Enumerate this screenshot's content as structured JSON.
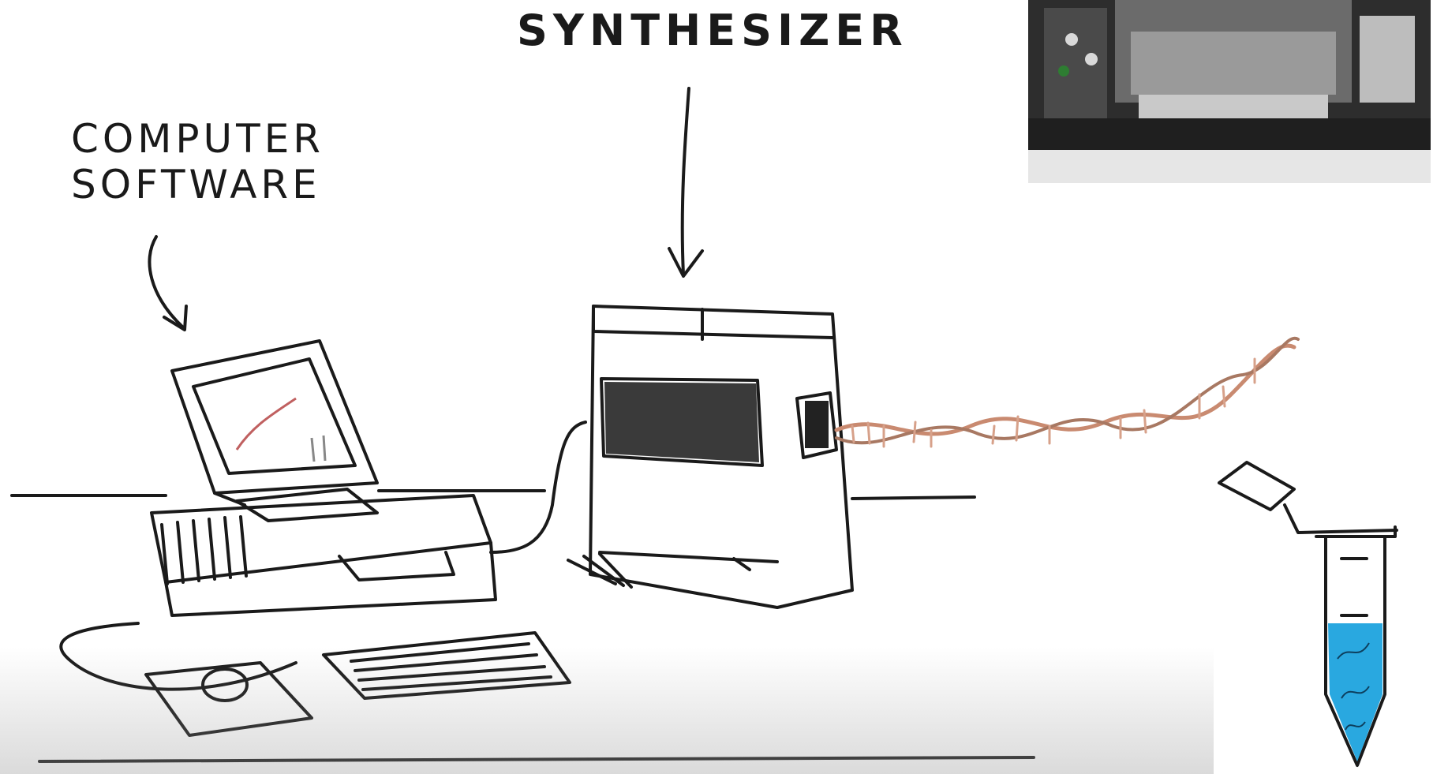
{
  "labels": {
    "synthesizer": "SYNTHESIZER",
    "computer_line1": "COMPUTER",
    "computer_line2": "SOFTWARE"
  },
  "icons": [
    "laptop-icon",
    "synthesizer-machine-icon",
    "dna-helix-icon",
    "test-tube-icon",
    "arrow-down-icon",
    "keyboard-icon",
    "mouse-icon"
  ],
  "colors": {
    "ink": "#1a1a1a",
    "dna": "#c98a70",
    "tube_liquid": "#29a8e0",
    "photo_bg": "#2a2a2a"
  }
}
